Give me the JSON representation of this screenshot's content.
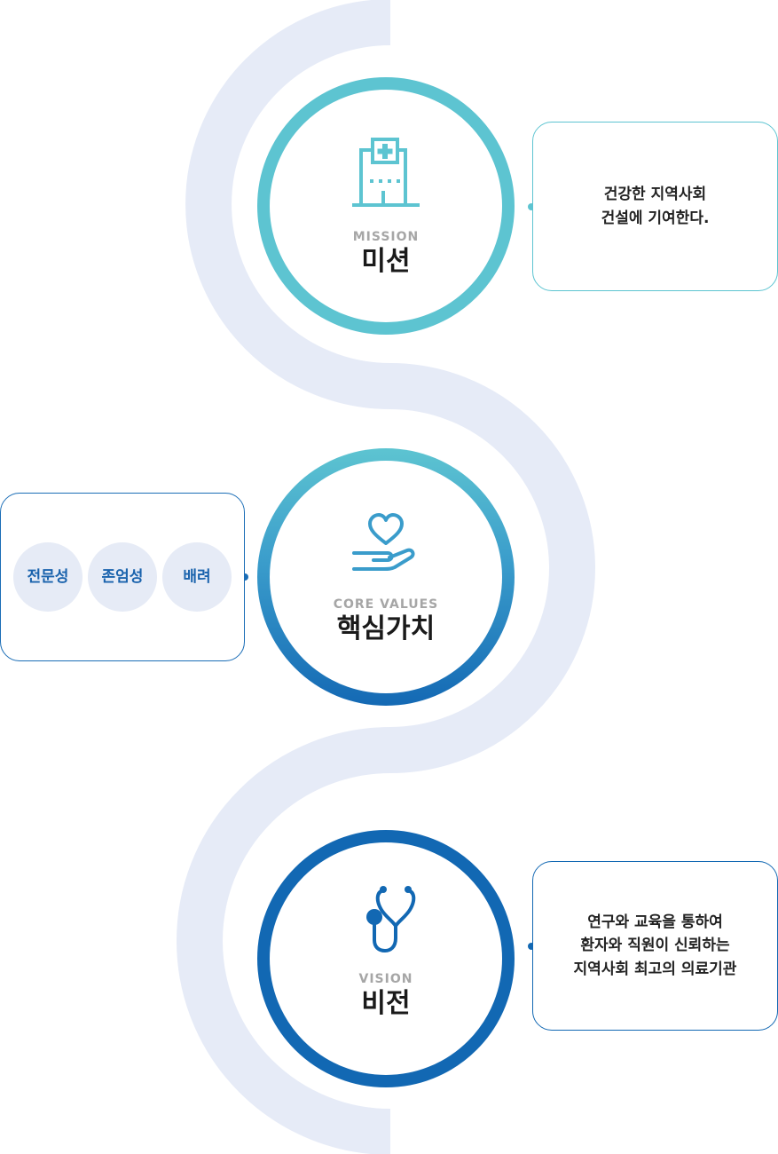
{
  "mission": {
    "en": "MISSION",
    "ko": "미션",
    "icon": "hospital-icon",
    "statement_line1": "건강한 지역사회",
    "statement_line2": "건설에 기여한다."
  },
  "core": {
    "en": "CORE VALUES",
    "ko": "핵심가치",
    "icon": "heart-hand-icon",
    "values": [
      "전문성",
      "존엄성",
      "배려"
    ]
  },
  "vision": {
    "en": "VISION",
    "ko": "비전",
    "icon": "stethoscope-icon",
    "statement_line1": "연구와 교육을 통하여",
    "statement_line2": "환자와 직원이 신뢰하는",
    "statement_line3": "지역사회 최고의 의료기관"
  },
  "colors": {
    "teal": "#5dc4d1",
    "blue": "#1268b3",
    "track": "#e6ebf7"
  }
}
